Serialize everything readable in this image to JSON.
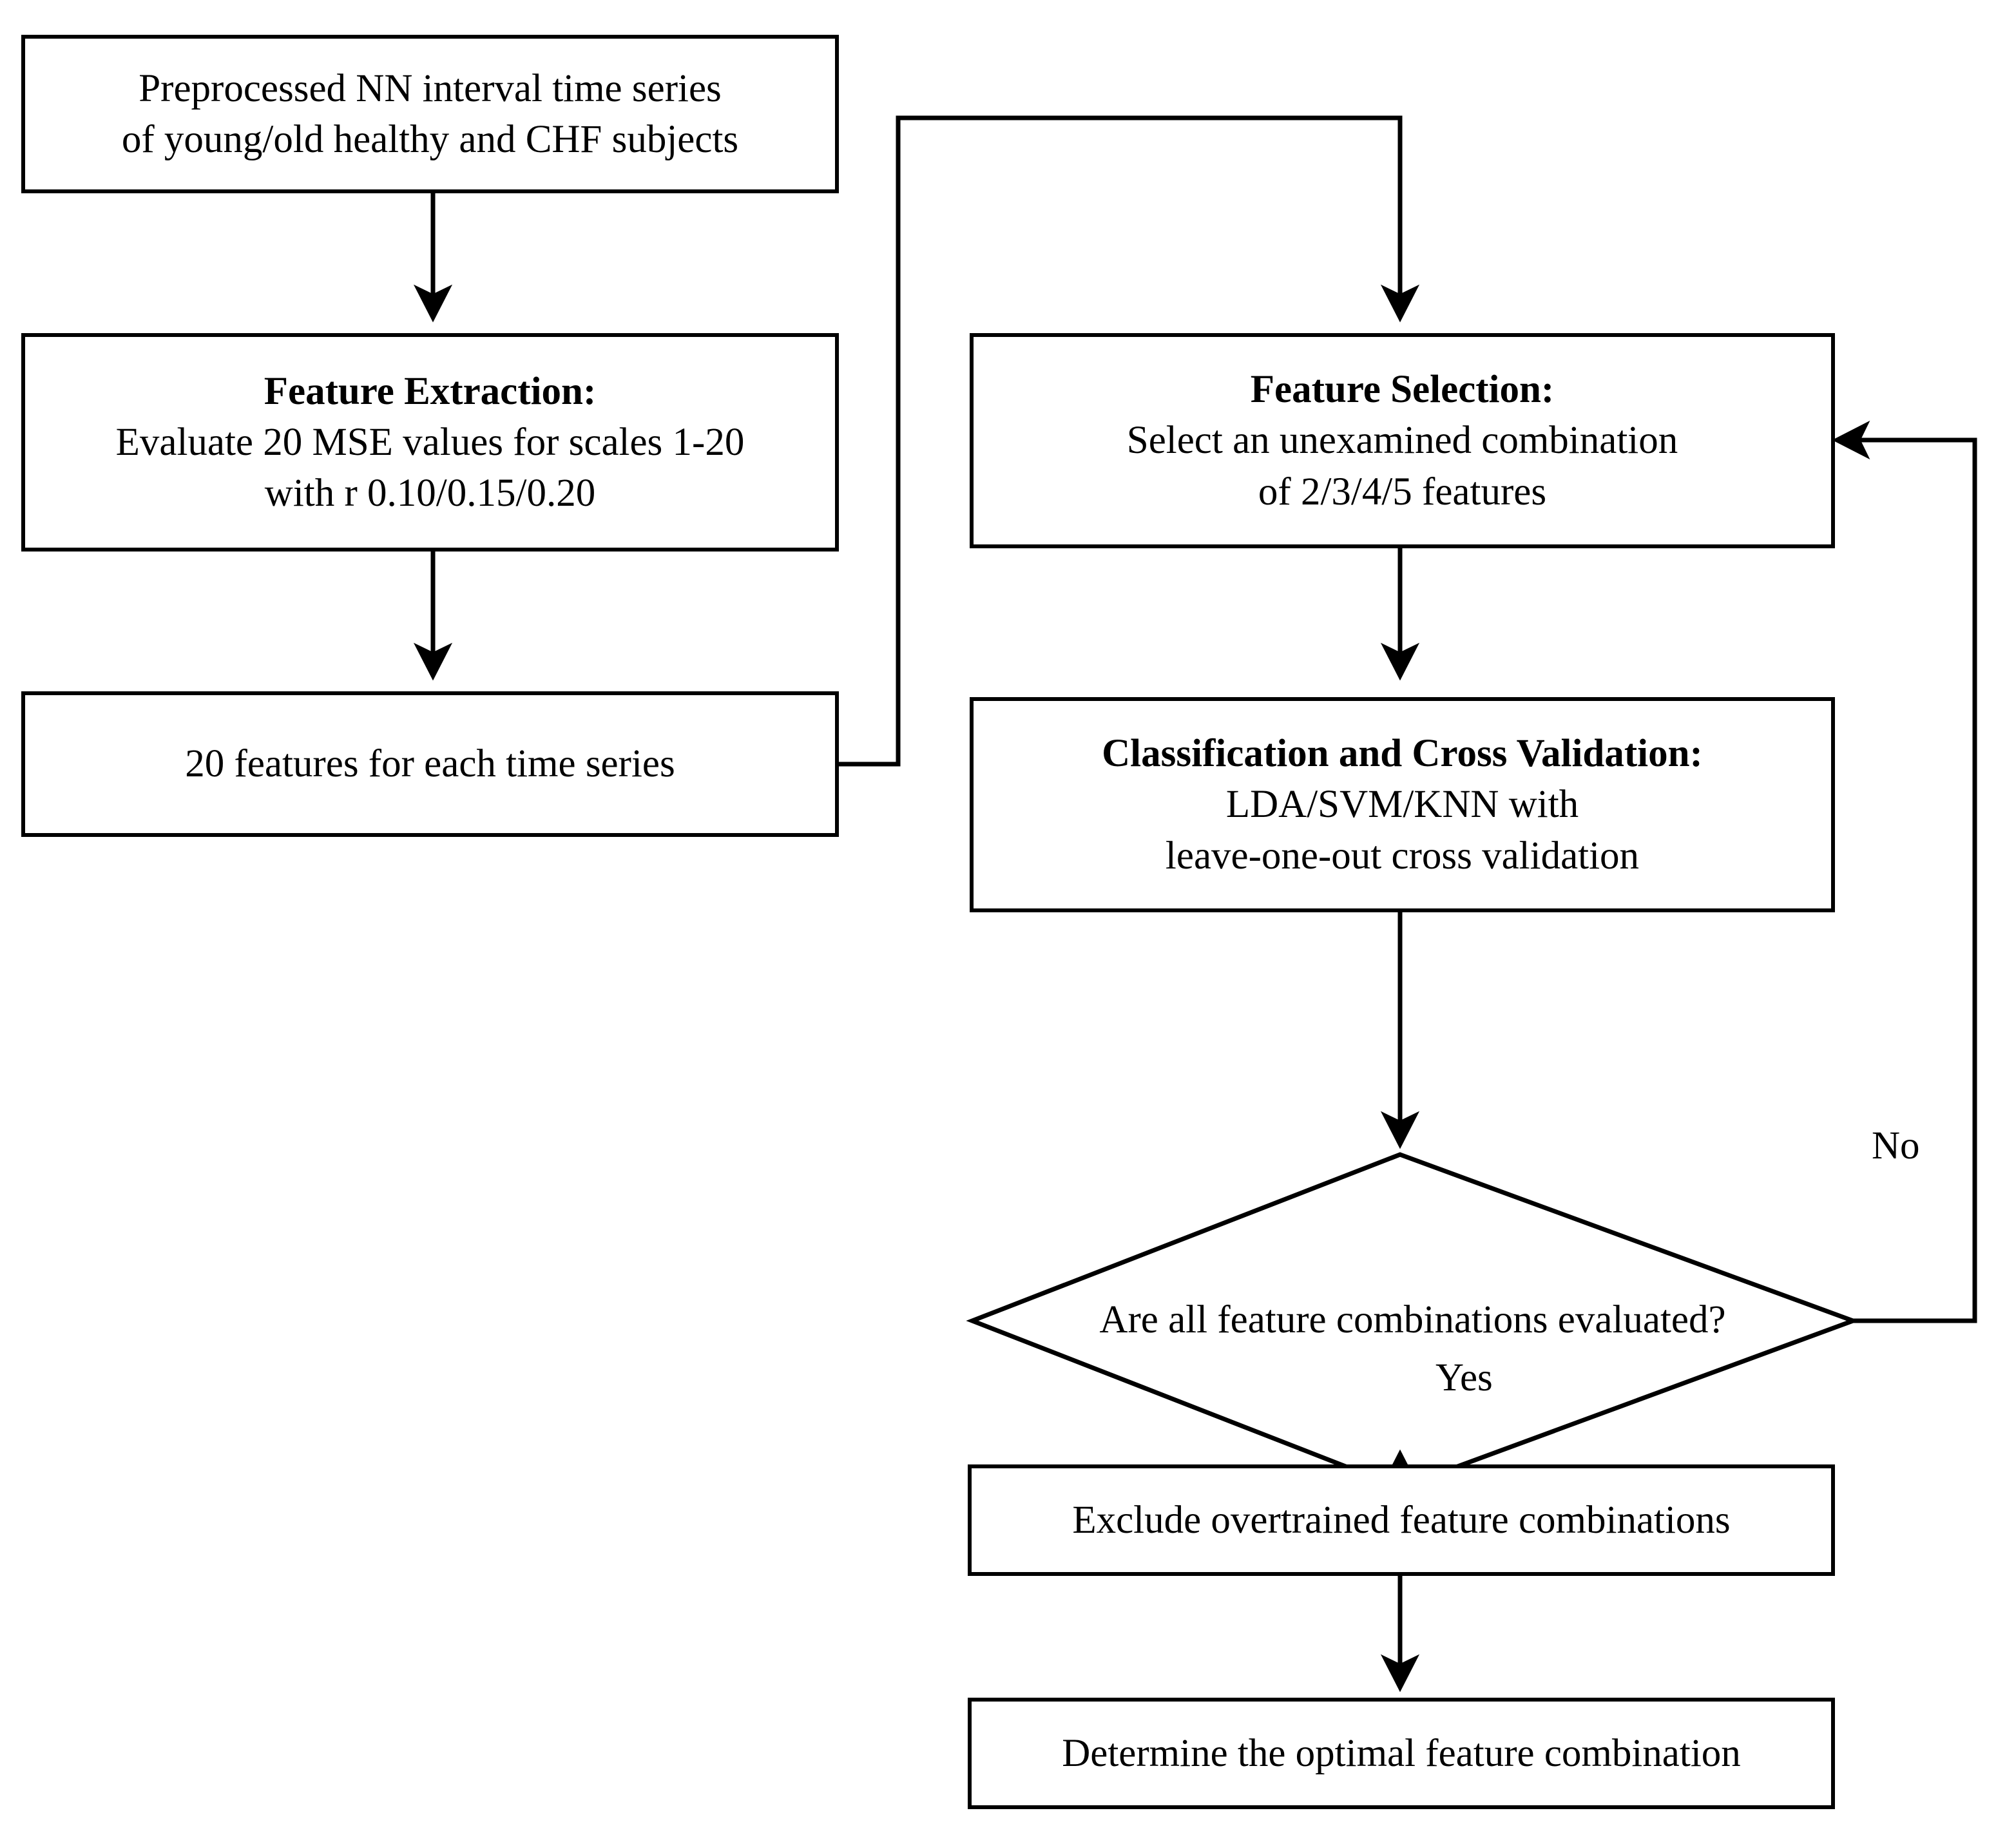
{
  "diagram": {
    "title": "Feature extraction, selection and classification flowchart",
    "type": "flowchart",
    "stroke_color": "#000000",
    "fill_color": "#ffffff",
    "nodes": [
      {
        "id": "input",
        "shape": "rectangle",
        "lines": [
          "Preprocessed NN interval time series",
          "of young/old healthy and CHF subjects"
        ]
      },
      {
        "id": "feature-extraction",
        "shape": "rectangle",
        "title": "Feature Extraction:",
        "lines": [
          "Evaluate 20 MSE values for scales 1-20",
          "with r 0.10/0.15/0.20"
        ]
      },
      {
        "id": "features-output",
        "shape": "rectangle",
        "lines": [
          "20 features for each time series"
        ]
      },
      {
        "id": "feature-selection",
        "shape": "rectangle",
        "title": "Feature Selection:",
        "lines": [
          "Select an unexamined combination",
          "of 2/3/4/5 features"
        ]
      },
      {
        "id": "classification",
        "shape": "rectangle",
        "title": "Classification and Cross Validation:",
        "lines": [
          "LDA/SVM/KNN with",
          "leave-one-out cross validation"
        ]
      },
      {
        "id": "decision",
        "shape": "diamond",
        "lines": [
          "Are all feature combinations evaluated?"
        ]
      },
      {
        "id": "exclude",
        "shape": "rectangle",
        "lines": [
          "Exclude overtrained feature combinations"
        ]
      },
      {
        "id": "determine",
        "shape": "rectangle",
        "lines": [
          "Determine the optimal feature combination"
        ]
      }
    ],
    "edge_labels": {
      "no": "No",
      "yes": "Yes"
    }
  }
}
